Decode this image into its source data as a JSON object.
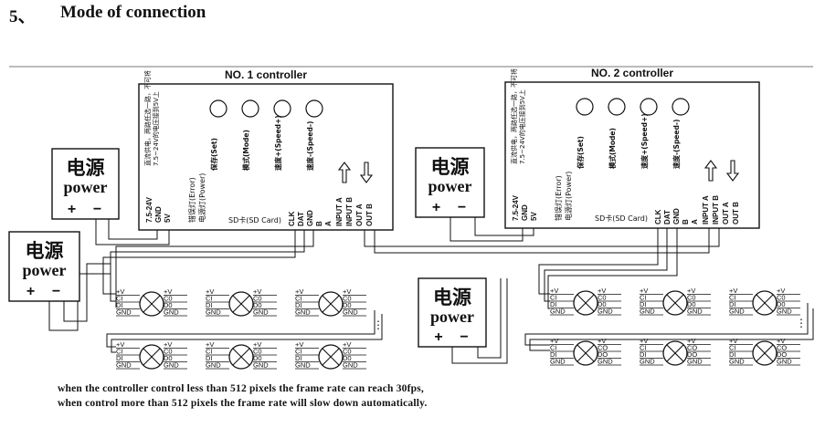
{
  "section": {
    "number": "5、",
    "title": "Mode of connection"
  },
  "controllers": [
    {
      "title": "NO. 1 controller",
      "power_supply_note": "直流供电，两路任选一路，不可将7.5~24V的电压接到5V上",
      "power_terminals": [
        "7.5-24V",
        "GND",
        "5V"
      ],
      "indicator_labels": [
        "错误灯(Error)",
        "电源灯(Power)"
      ],
      "sd_card": "SD卡(SD Card)",
      "buttons": [
        "保存(Set)",
        "模式(Mode)",
        "速度+(Speed+)",
        "速度-(Speed-)"
      ],
      "data_terminals": [
        "CLK",
        "DAT",
        "GND",
        "B",
        "A"
      ],
      "io_terminals": [
        "INPUT A",
        "INPUT B",
        "OUT A",
        "OUT B"
      ]
    },
    {
      "title": "NO. 2 controller",
      "power_supply_note": "直流供电，两路任选一路，不可将7.5~24V的电压接到5V上",
      "power_terminals": [
        "7.5-24V",
        "GND",
        "5V"
      ],
      "indicator_labels": [
        "错误灯(Error)",
        "电源灯(Power)"
      ],
      "sd_card": "SD卡(SD Card)",
      "buttons": [
        "保存(Set)",
        "模式(Mode)",
        "速度+(Speed+)",
        "速度-(Speed-)"
      ],
      "data_terminals": [
        "CLK",
        "DAT",
        "GND",
        "B",
        "A"
      ],
      "io_terminals": [
        "INPUT A",
        "INPUT B",
        "OUT A",
        "OUT B"
      ]
    }
  ],
  "power_box": {
    "chinese": "电源",
    "english": "power",
    "plus": "+",
    "minus": "−"
  },
  "pixel_pins": {
    "top_input": [
      "+V",
      "CI",
      "DI",
      "GND"
    ],
    "top_output": [
      "+V",
      "C0",
      "D0",
      "GND"
    ],
    "bottom_input": [
      "+V",
      "CI",
      "DI",
      "GND"
    ],
    "bottom_output": [
      "+V",
      "CO",
      "DO",
      "GND"
    ]
  },
  "continuation": "⋮",
  "notes": [
    "when the controller control less than 512 pixels the frame rate can reach 30fps,",
    "when control more than 512 pixels the frame rate will slow down automatically."
  ]
}
